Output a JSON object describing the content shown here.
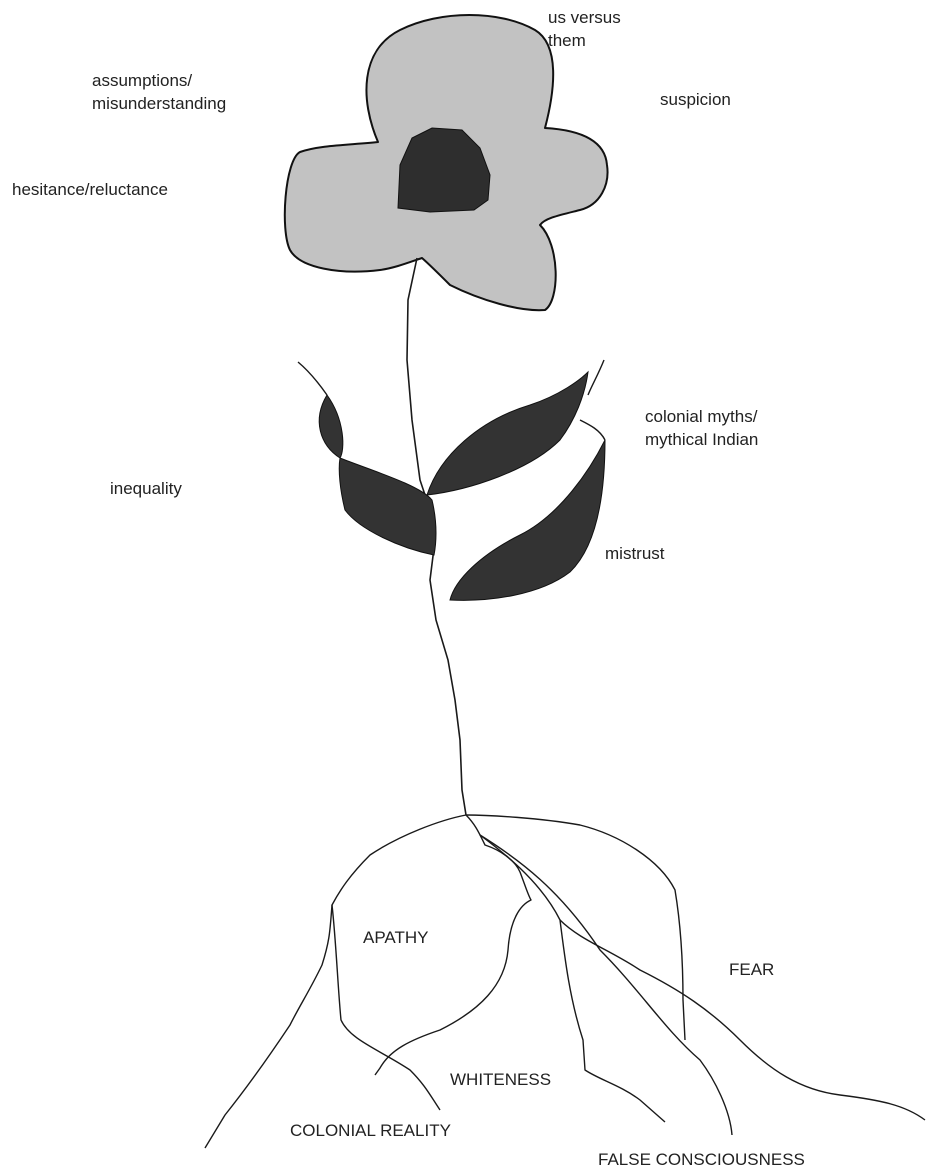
{
  "flower_labels": {
    "us_versus_them": [
      "us versus",
      "them"
    ],
    "assumptions": [
      "assumptions/",
      "misunderstanding"
    ],
    "suspicion": [
      "suspicion"
    ],
    "hesitance": [
      "hesitance/reluctance"
    ]
  },
  "leaf_labels": {
    "colonial_myths": [
      "colonial myths/",
      "mythical Indian"
    ],
    "inequality": [
      "inequality"
    ],
    "mistrust": [
      "mistrust"
    ]
  },
  "root_labels": {
    "apathy": "APATHY",
    "fear": "FEAR",
    "whiteness": "WHITENESS",
    "colonial_reality": "COLONIAL REALITY",
    "false_consciousness": "FALSE CONSCIOUSNESS"
  },
  "colors": {
    "petal": "#c2c2c2",
    "center": "#2e2e2e",
    "leaf": "#333333",
    "line": "#1a1a1a"
  }
}
